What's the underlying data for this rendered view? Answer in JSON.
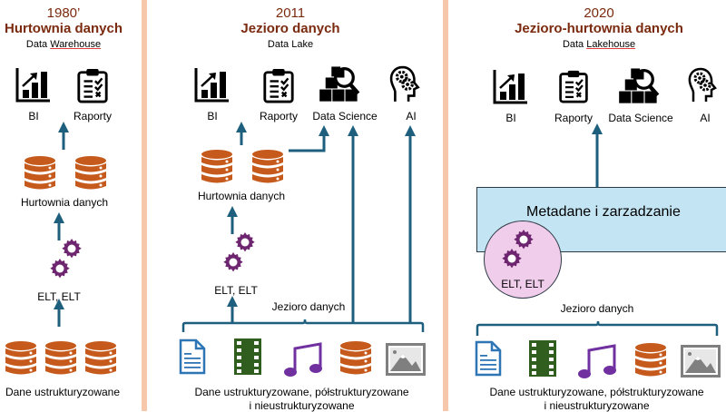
{
  "colors": {
    "title": "#7a2a0e",
    "arrow": "#1f5f7e",
    "database": "#c55a1c",
    "gear": "#6e2570",
    "divider": "#f6c7ab",
    "metadata_box": "#c3e4f3",
    "elt_circle": "#f0cdeb",
    "document": "#2e75b6",
    "film": "#2f5e1e",
    "music": "#7030a0",
    "image": "#7f7f7f"
  },
  "panels": [
    {
      "year": "1980’",
      "title": "Hurtownia danych",
      "subtitle_prefix": "Data ",
      "subtitle_underlined": "Warehouse",
      "consumers": [
        {
          "icon": "bar-chart-icon",
          "label": "BI"
        },
        {
          "icon": "clipboard-checklist-icon",
          "label": "Raporty"
        }
      ],
      "warehouse_label": "Hurtownia danych",
      "etl_label": "ELT, ELT",
      "sources_label": "Dane ustrukturyzowane"
    },
    {
      "year": "2011",
      "title": "Jezioro danych",
      "subtitle_prefix": "Data Lake",
      "subtitle_underlined": "",
      "consumers": [
        {
          "icon": "bar-chart-icon",
          "label": "BI"
        },
        {
          "icon": "clipboard-checklist-icon",
          "label": "Raporty"
        },
        {
          "icon": "data-science-icon",
          "label": "Data Science"
        },
        {
          "icon": "ai-head-icon",
          "label": "AI"
        }
      ],
      "warehouse_label": "Hurtownia danych",
      "etl_label": "ELT, ELT",
      "lake_label": "Jezioro danych",
      "sources_label_line1": "Dane ustrukturyzowane, półstrukturyzowane",
      "sources_label_line2": "i nieustrukturyzowane"
    },
    {
      "year": "2020",
      "title": "Jezioro-hurtownia danych",
      "subtitle_prefix": "Data ",
      "subtitle_underlined": "Lakehouse",
      "consumers": [
        {
          "icon": "bar-chart-icon",
          "label": "BI"
        },
        {
          "icon": "clipboard-checklist-icon",
          "label": "Raporty"
        },
        {
          "icon": "data-science-icon",
          "label": "Data Science"
        },
        {
          "icon": "ai-head-icon",
          "label": "AI"
        }
      ],
      "metadata_label": "Metadane i zarzadzanie",
      "etl_label": "ELT, ELT",
      "lake_label": "Jezioro danych",
      "sources_label_line1": "Dane ustrukturyzowane, półstrukturyzowane",
      "sources_label_line2": "i nieustrukturyzowane"
    }
  ]
}
